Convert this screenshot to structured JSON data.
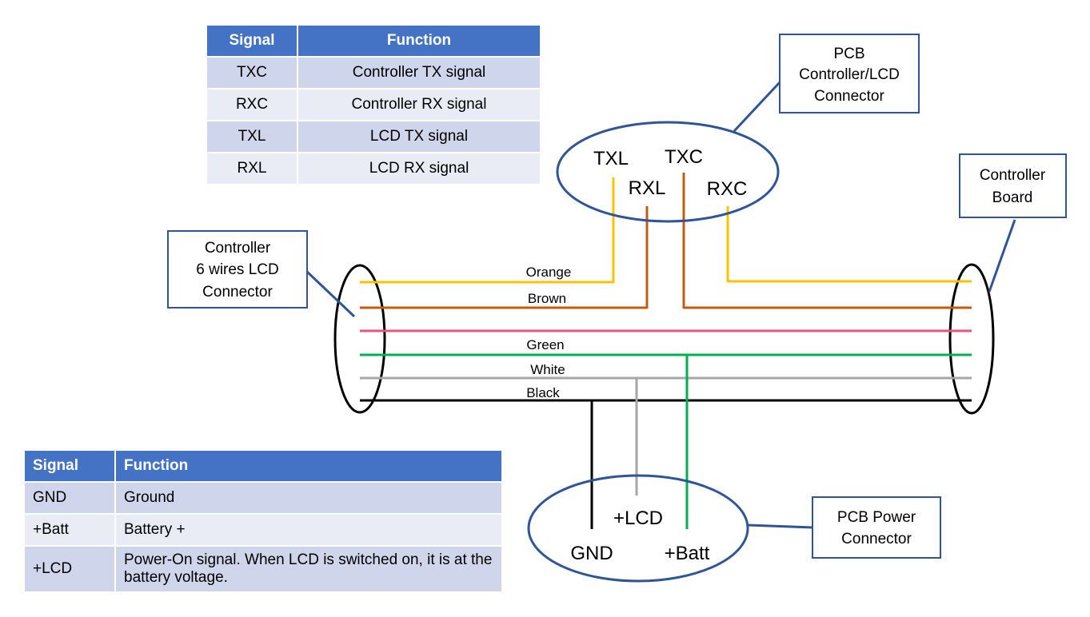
{
  "signal_table": {
    "headers": [
      "Signal",
      "Function"
    ],
    "rows": [
      [
        "TXC",
        "Controller TX signal"
      ],
      [
        "RXC",
        "Controller RX signal"
      ],
      [
        "TXL",
        "LCD TX signal"
      ],
      [
        "RXL",
        "LCD RX signal"
      ]
    ]
  },
  "power_table": {
    "headers": [
      "Signal",
      "Function"
    ],
    "rows": [
      [
        "GND",
        "Ground"
      ],
      [
        "+Batt",
        "Battery +"
      ],
      [
        "+LCD",
        "Power-On signal. When LCD is switched on, it is at the battery voltage."
      ]
    ]
  },
  "callouts": {
    "pcb_controller_lcd": [
      "PCB",
      "Controller/LCD",
      "Connector"
    ],
    "controller_board": [
      "Controller",
      "Board"
    ],
    "controller_6wires": [
      "Controller",
      "6 wires LCD",
      "Connector"
    ],
    "pcb_power": [
      "PCB Power",
      "Connector"
    ]
  },
  "connector_labels": {
    "txl": "TXL",
    "txc": "TXC",
    "rxl": "RXL",
    "rxc": "RXC",
    "lcd": "+LCD",
    "gnd": "GND",
    "batt": "+Batt"
  },
  "wire_labels": {
    "orange": "Orange",
    "brown": "Brown",
    "green": "Green",
    "white": "White",
    "black": "Black"
  },
  "colors": {
    "orange": "#FFC000",
    "brown": "#C55A11",
    "pink": "#E8547A",
    "green": "#00B050",
    "white": "#A6A6A6",
    "black": "#000000",
    "outline": "#2F5597",
    "header": "#4472C4",
    "row_odd": "#CFD5EA",
    "row_even": "#E9EBF5"
  }
}
